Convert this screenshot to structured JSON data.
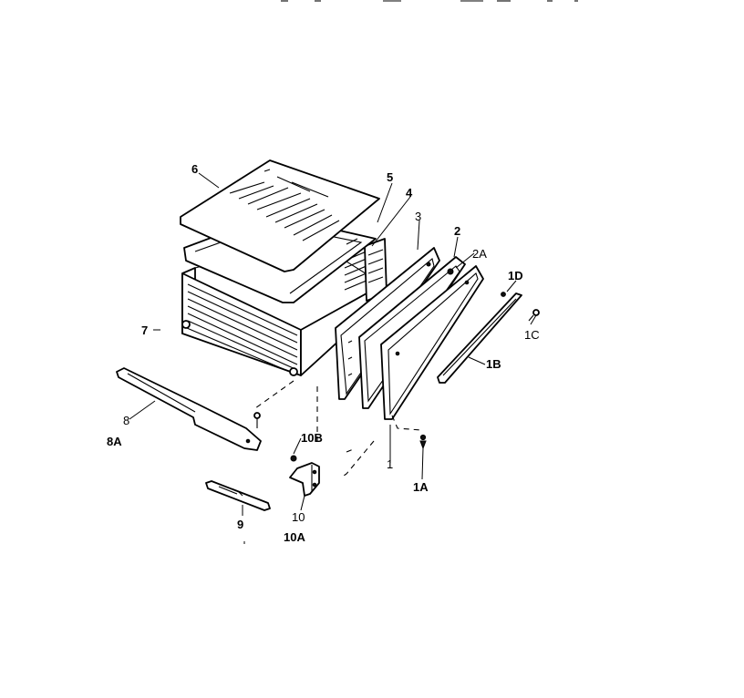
{
  "labels": {
    "l6": "6",
    "l5": "5",
    "l4": "4",
    "l3": "3",
    "l2": "2",
    "l2a": "2A",
    "l1d": "1D",
    "l1c": "1C",
    "l1b": "1B",
    "l7": "7",
    "l8": "8",
    "l8a": "8A",
    "l10b": "10B",
    "l1": "1",
    "l1a": "1A",
    "l10": "10",
    "l10a": "10A",
    "l9": "9"
  }
}
